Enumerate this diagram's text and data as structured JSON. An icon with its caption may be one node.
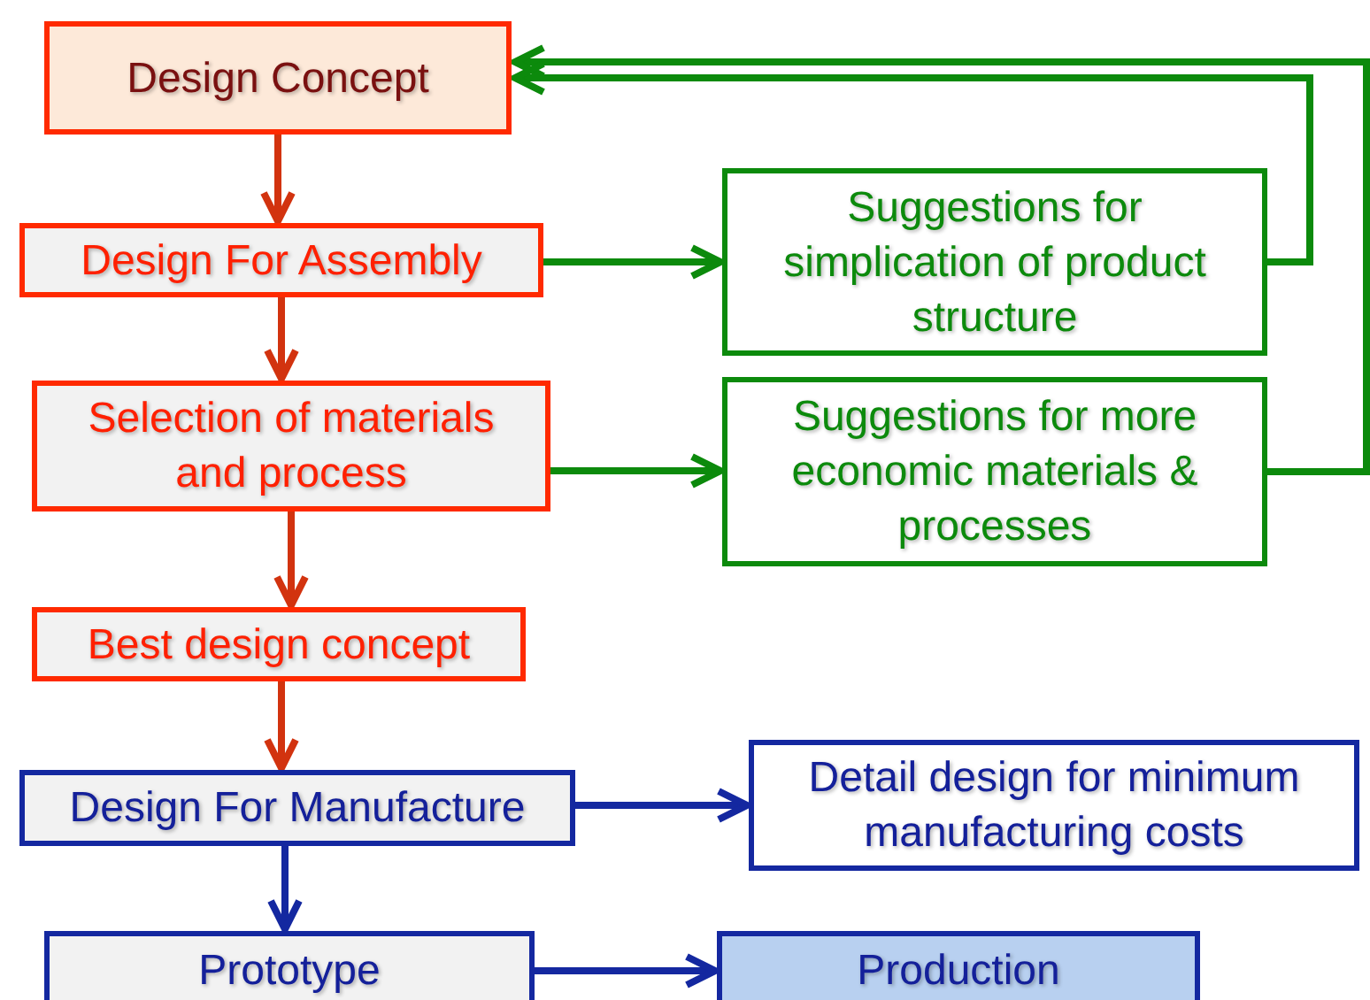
{
  "diagram": {
    "nodes": [
      {
        "text": [
          "Design Concept"
        ]
      },
      {
        "text": [
          "Design For Assembly"
        ]
      },
      {
        "text": [
          "Suggestions for simplication of product structure"
        ]
      },
      {
        "text": [
          "Selection of materials and process"
        ]
      },
      {
        "text": [
          "Suggestions for more economic materials & processes"
        ]
      },
      {
        "text": [
          "Best design concept"
        ]
      },
      {
        "text": [
          "Design For Manufacture"
        ]
      },
      {
        "text": [
          "Detail design for minimum manufacturing costs"
        ]
      },
      {
        "text": [
          "Prototype"
        ]
      },
      {
        "text": [
          "Production"
        ]
      }
    ],
    "edges": [
      {
        "from": 0,
        "to": 1,
        "arrow": "to",
        "color": "#d2330f"
      },
      {
        "from": 1,
        "to": 2,
        "arrow": "to",
        "color": "#0c8a0c"
      },
      {
        "from": 1,
        "to": 3,
        "arrow": "to",
        "color": "#d2330f"
      },
      {
        "from": 3,
        "to": 4,
        "arrow": "to",
        "color": "#0c8a0c"
      },
      {
        "from": 3,
        "to": 5,
        "arrow": "to",
        "color": "#d2330f"
      },
      {
        "from": 5,
        "to": 6,
        "arrow": "to",
        "color": "#d2330f"
      },
      {
        "from": 6,
        "to": 7,
        "arrow": "to",
        "color": "#1428a0"
      },
      {
        "from": 6,
        "to": 8,
        "arrow": "to",
        "color": "#1428a0"
      },
      {
        "from": 8,
        "to": 9,
        "arrow": "to",
        "color": "#1428a0"
      },
      {
        "from": 4,
        "to": 0,
        "arrow": "to",
        "color": "#0c8a0c"
      },
      {
        "from": 2,
        "to": 0,
        "arrow": "to",
        "color": "#0c8a0c"
      }
    ]
  }
}
